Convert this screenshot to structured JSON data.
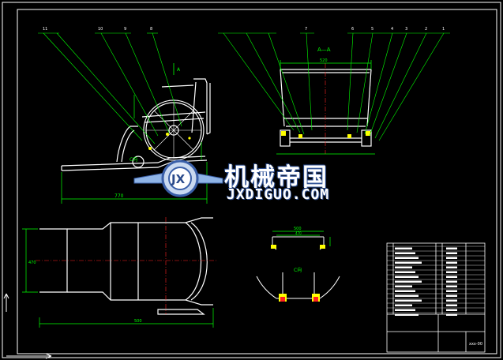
{
  "drawing": {
    "view_aa_label": "A—A",
    "view_c_label": "C向",
    "c_view_label_side": "C向",
    "section_a_mark": "A",
    "dim_side_length": "770",
    "dim_plan_width": "500",
    "dim_plan_height": "470",
    "dim_front_width": "520",
    "dim_c_width": "500",
    "dim_c_inner": "470",
    "title_block_code": "xxx-00"
  },
  "part_callouts_left": [
    "11",
    "10",
    "9",
    "8"
  ],
  "part_callouts_right": [
    "7",
    "6",
    "5",
    "4",
    "3",
    "2",
    "1"
  ],
  "watermark": {
    "logo_text": "JX",
    "name_cn": "机械帝国",
    "name_en": "JXDIGUO.COM"
  },
  "colors": {
    "background": "#000000",
    "outline": "#ffffff",
    "leader": "#00ff00",
    "centerline": "#ff2020",
    "dimension": "#00ff00",
    "hatch": "#ff00ff",
    "highlight": "#ffff00",
    "title_block": "#00ffff"
  }
}
